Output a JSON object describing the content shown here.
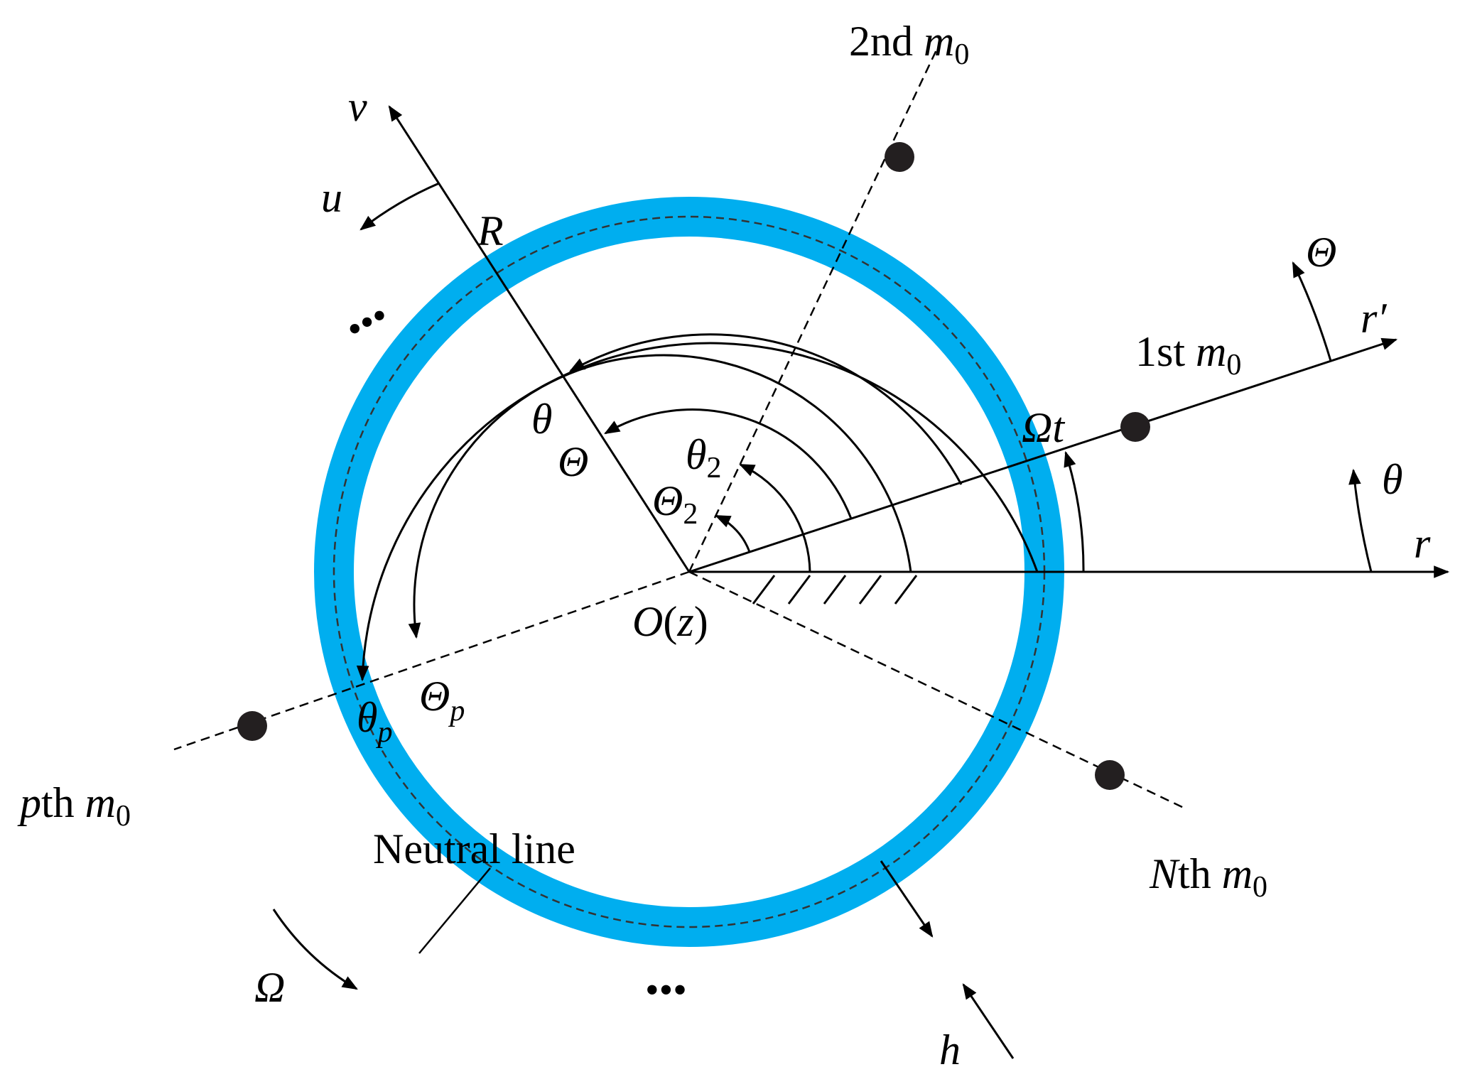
{
  "colors": {
    "ring": "#00aeef",
    "mass": "#231f20",
    "line": "#000000"
  },
  "labels": {
    "v": "v",
    "u": "u",
    "R": "R",
    "ellipsis": "•••",
    "theta": "θ",
    "Theta": "Θ",
    "theta2": {
      "base": "θ",
      "sub": "2"
    },
    "Theta2": {
      "base": "Θ",
      "sub": "2"
    },
    "thetap": {
      "base": "θ",
      "sub": "p"
    },
    "Thetap": {
      "base": "Θ",
      "sub": "p"
    },
    "Omega_t": "Ωt",
    "Omega": "Ω",
    "origin": "O(z)",
    "r": "r",
    "r_prime": "r′",
    "theta_right": "θ",
    "Theta_right": "Θ",
    "h": "h",
    "neutral_line": "Neutral line"
  },
  "masses": {
    "first": {
      "prefix": "1st ",
      "m": "m",
      "sub": "0"
    },
    "second": {
      "prefix": "2nd ",
      "m": "m",
      "sub": "0"
    },
    "pth": {
      "p": "p",
      "prefix": "th ",
      "m": "m",
      "sub": "0"
    },
    "nth": {
      "N": "N",
      "prefix": "th ",
      "m": "m",
      "sub": "0"
    }
  }
}
